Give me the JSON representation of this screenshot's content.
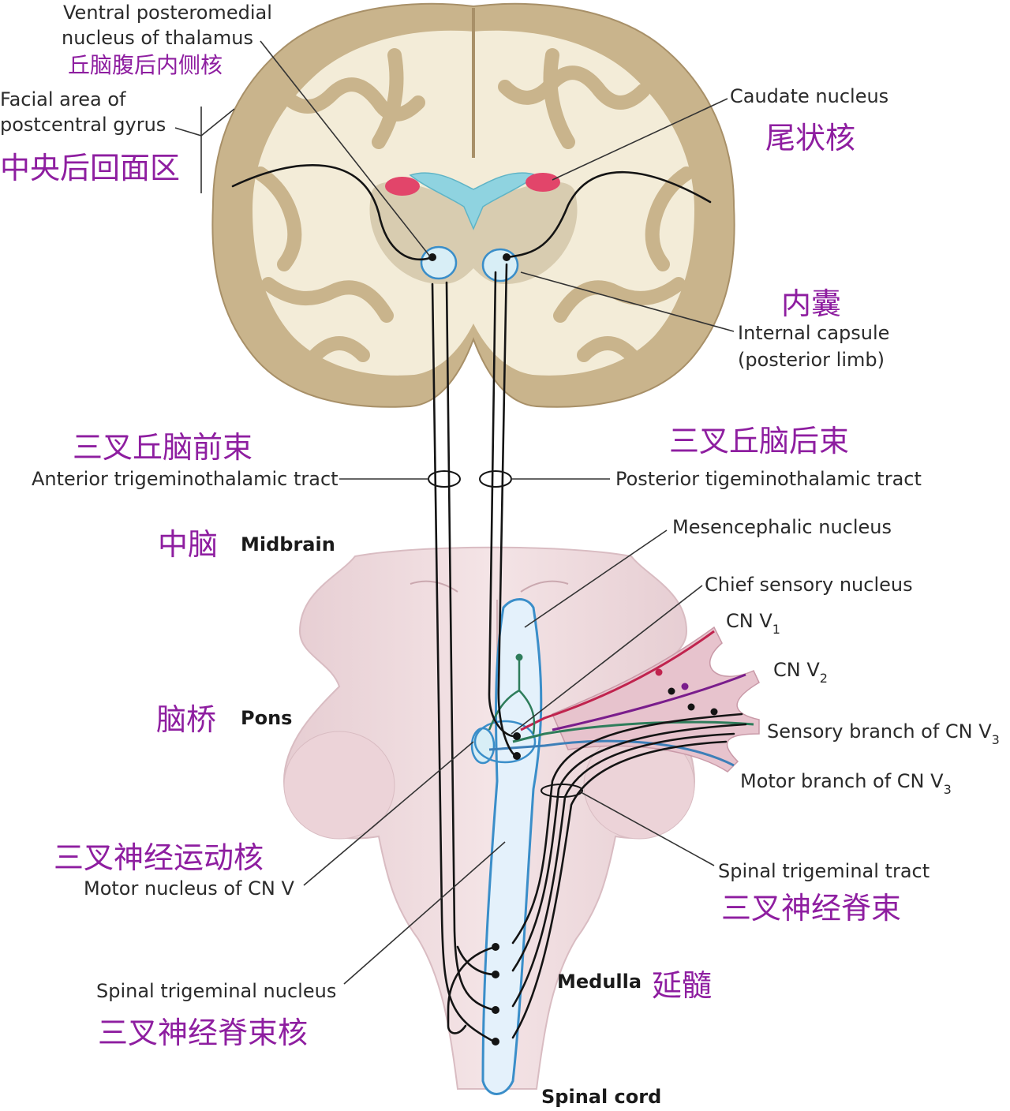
{
  "labels": {
    "vpm_en_1": "Ventral posteromedial",
    "vpm_en_2": "nucleus of thalamus",
    "vpm_zh": "丘脑腹后内侧核",
    "facial_en_1": "Facial area of",
    "facial_en_2": "postcentral gyrus",
    "facial_zh": "中央后回面区",
    "caudate_en": "Caudate nucleus",
    "caudate_zh": "尾状核",
    "internal_zh": "内囊",
    "internal_en_1": "Internal capsule",
    "internal_en_2": "(posterior limb)",
    "ant_tract_zh": "三叉丘脑前束",
    "ant_tract_en": "Anterior trigeminothalamic tract",
    "post_tract_zh": "三叉丘脑后束",
    "post_tract_en": "Posterior tigeminothalamic tract",
    "midbrain_zh": "中脑",
    "midbrain_en": "Midbrain",
    "mesenc_en": "Mesencephalic nucleus",
    "chief_en": "Chief sensory nucleus",
    "cnv1_main": "CN V",
    "cnv1_sub": "1",
    "cnv2_main": "CN V",
    "cnv2_sub": "2",
    "pons_zh": "脑桥",
    "pons_en": "Pons",
    "sens_v3_main": "Sensory branch of CN V",
    "sens_v3_sub": "3",
    "motor_v3_main": "Motor branch of CN V",
    "motor_v3_sub": "3",
    "motor_nuc_zh": "三叉神经运动核",
    "motor_nuc_en": "Motor nucleus of CN V",
    "spinal_tract_en": "Spinal trigeminal tract",
    "spinal_tract_zh": "三叉神经脊束",
    "spinal_nuc_en": "Spinal trigeminal nucleus",
    "spinal_nuc_zh": "三叉神经脊束核",
    "medulla_en": "Medulla",
    "medulla_zh": "延髓",
    "spinal_cord_en": "Spinal cord"
  },
  "colors": {
    "brain_fill": "#e8dcbc",
    "gray_matter": "#c9b48c",
    "white_matter": "#f3ecd8",
    "ventricle": "#8fd3e0",
    "caudate_red": "#e2456a",
    "brainstem": "#f1dde0",
    "brainstem_shade": "#e3c6cc",
    "nucleus_blue": "#3a8ec9",
    "nucleus_fill": "#e4f1fb",
    "v1_red": "#c0234e",
    "v2_purple": "#7a1d8c",
    "v3_green": "#2e7d5b",
    "motor_blue": "#3d7fb8",
    "annotation_purple": "#8e1ea0"
  }
}
